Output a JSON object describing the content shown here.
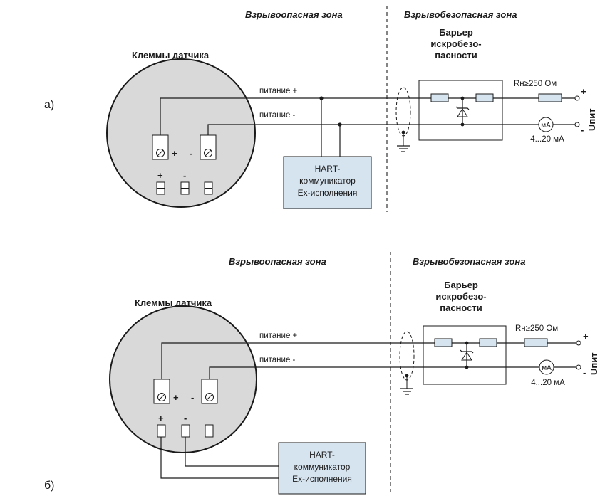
{
  "diagrams": [
    {
      "label": "а)",
      "zone_hazard": "Взрывоопасная зона",
      "zone_safe": "Взрывобезопасная зона",
      "sensor_title": "Клеммы датчика",
      "barrier_lines": [
        "Барьер",
        "искробезо-",
        "пасности"
      ],
      "supply_plus": "питание +",
      "supply_minus": "питание -",
      "resistor_label": "Rн≥250 Ом",
      "ma_label": "мА",
      "current_range": "4...20 мА",
      "voltage_label": "Uпит",
      "plus_sign": "+",
      "minus_sign": "-",
      "hart_lines": [
        "HART-",
        "коммуникатор",
        "Ex-исполнения"
      ]
    },
    {
      "label": "б)",
      "zone_hazard": "Взрывоопасная зона",
      "zone_safe": "Взрывобезопасная зона",
      "sensor_title": "Клеммы датчика",
      "barrier_lines": [
        "Барьер",
        "искробезо-",
        "пасности"
      ],
      "supply_plus": "питание +",
      "supply_minus": "питание -",
      "resistor_label": "Rн≥250 Ом",
      "ma_label": "мА",
      "current_range": "4...20 мА",
      "voltage_label": "Uпит",
      "plus_sign": "+",
      "minus_sign": "-",
      "hart_lines": [
        "HART-",
        "коммуникатор",
        "Ex-исполнения"
      ]
    }
  ]
}
